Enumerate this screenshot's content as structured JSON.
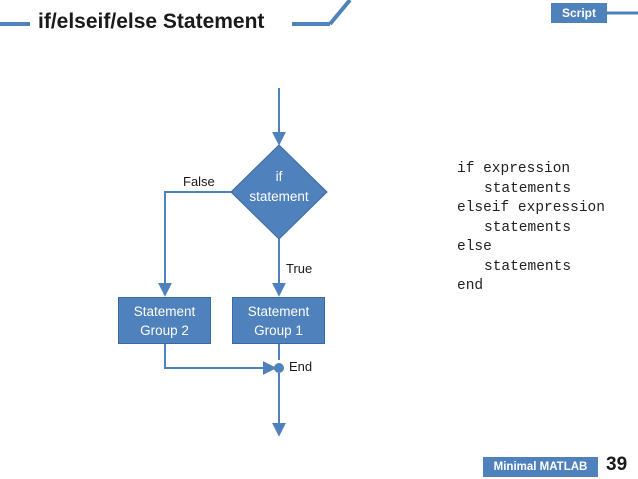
{
  "header": {
    "title": "if/elseif/else Statement",
    "tag": "Script"
  },
  "diagram": {
    "decision_line1": "if",
    "decision_line2": "statement",
    "false_label": "False",
    "true_label": "True",
    "group1_line1": "Statement",
    "group1_line2": "Group 1",
    "group2_line1": "Statement",
    "group2_line2": "Group 2",
    "end_label": "End"
  },
  "code": {
    "lines": [
      "if expression",
      "statements",
      "elseif expression",
      "statements",
      "else",
      "statements",
      "end"
    ]
  },
  "footer": {
    "course": "Minimal MATLAB",
    "page": "39"
  },
  "colors": {
    "accent": "#4f81bd",
    "line": "#4f81bd"
  }
}
